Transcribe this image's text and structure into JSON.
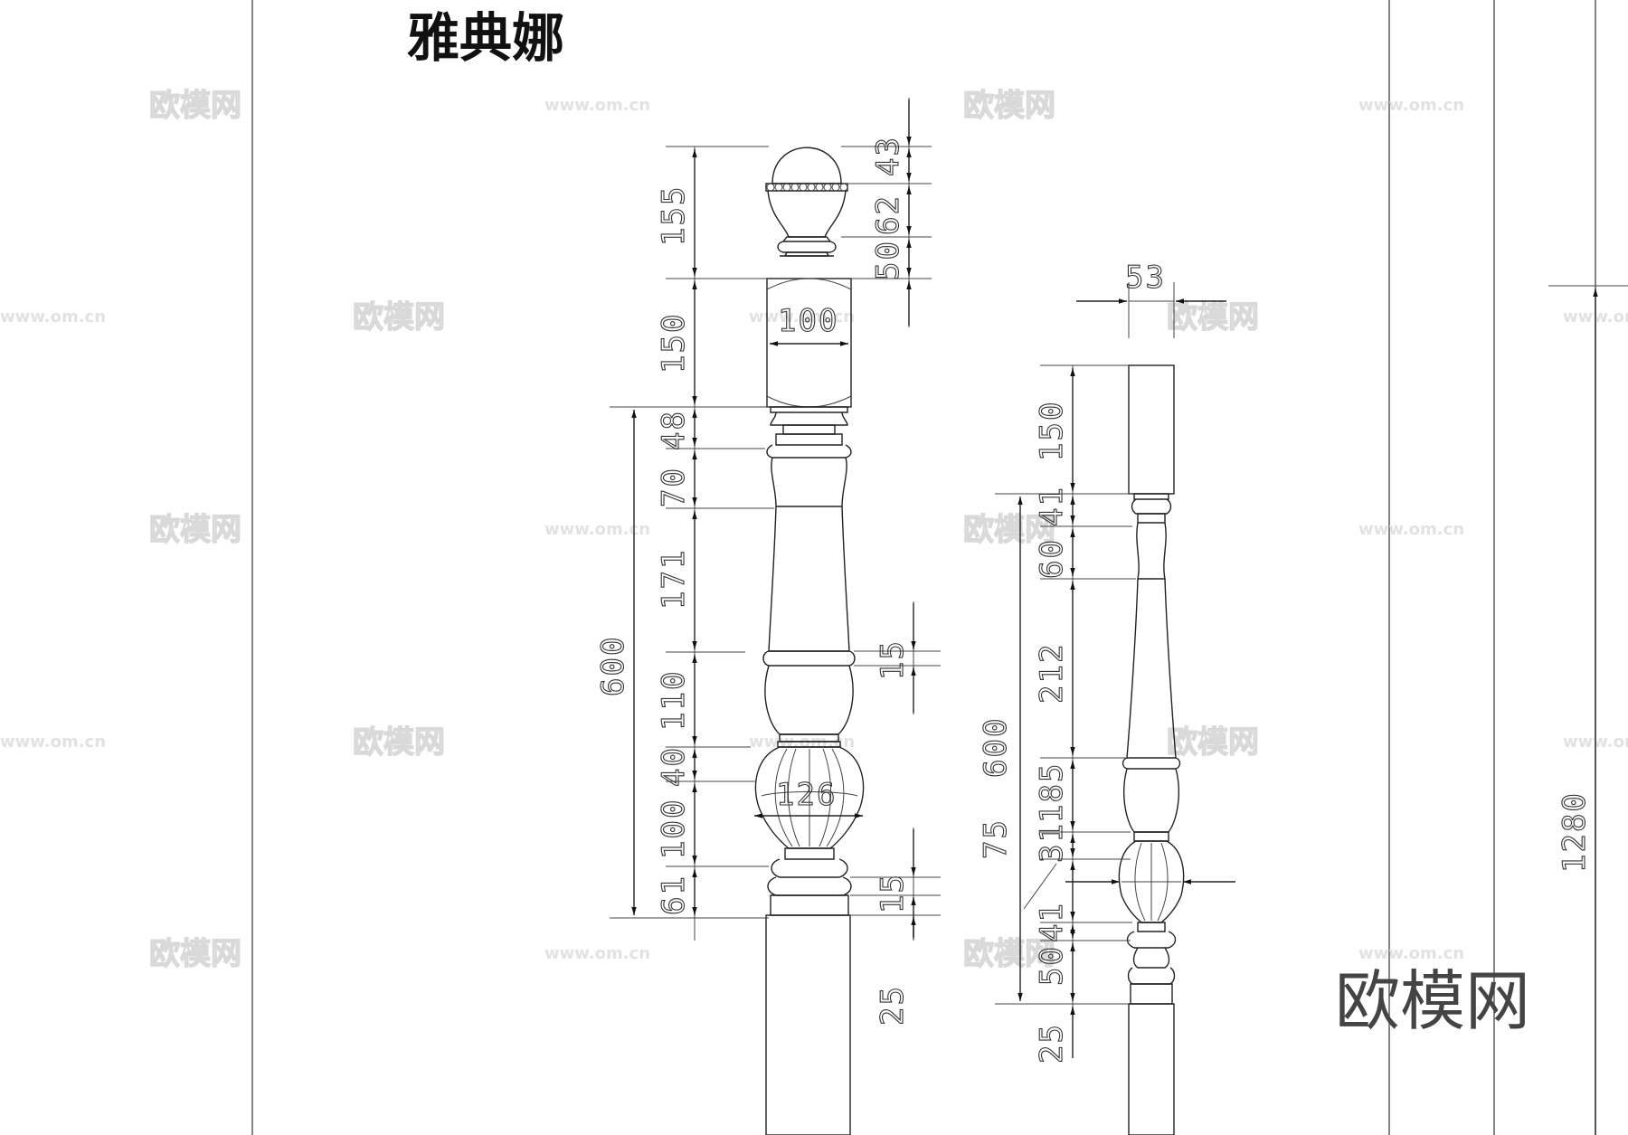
{
  "title": "雅典娜",
  "logo_text": "欧模网",
  "watermark": {
    "text": "欧模网",
    "url": "www.om.cn"
  },
  "left_post": {
    "dims_left": [
      "155",
      "150",
      "48",
      "70",
      "171",
      "110",
      "40",
      "100",
      "61"
    ],
    "dims_total": "600",
    "dims_right_top": [
      "43",
      "62",
      "50"
    ],
    "dims_right_mid": "15",
    "dims_right_low": "15",
    "dims_right_base": "25",
    "width_top": "100",
    "width_bulb": "126"
  },
  "right_post": {
    "dims_left": [
      "150",
      "41",
      "60",
      "212",
      "185",
      "31",
      "41",
      "50",
      "25"
    ],
    "dims_total": "600",
    "dims_side": "75",
    "width_top": "53"
  },
  "far_right": {
    "dim": "1280"
  }
}
